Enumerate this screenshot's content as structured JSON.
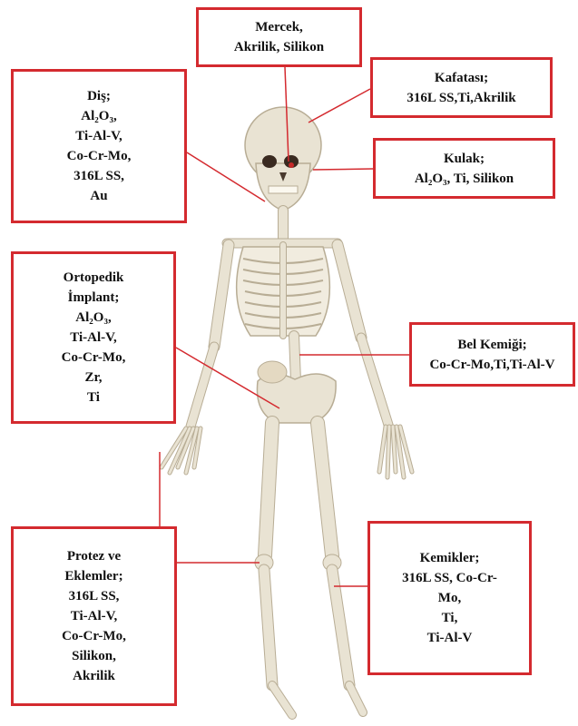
{
  "figure": {
    "colors": {
      "box_border": "#d42a2f",
      "leader_line": "#d42a2f",
      "bone": "#e9e3d3",
      "bone_shadow": "#b8ad95"
    },
    "labels": {
      "mercek": {
        "lines": [
          "Mercek,",
          "Akrilik, Silikon"
        ]
      },
      "kafatasi": {
        "lines": [
          "Kafatası;",
          "316L SS,Ti,Akrilik"
        ]
      },
      "dis": {
        "lines": [
          "Diş;",
          "Al₂O₃,",
          "Ti-Al-V,",
          "Co-Cr-Mo,",
          "316L SS,",
          "Au"
        ]
      },
      "kulak": {
        "lines": [
          "Kulak;",
          "Al₂O₃, Ti, Silikon"
        ]
      },
      "ortopedik": {
        "lines": [
          "Ortopedik",
          "İmplant;",
          "Al₂O₃,",
          "Ti-Al-V,",
          "Co-Cr-Mo,",
          "Zr,",
          "Ti"
        ]
      },
      "bel": {
        "lines": [
          "Bel Kemiği;",
          "Co-Cr-Mo,Ti,Ti-Al-V"
        ]
      },
      "protez": {
        "lines": [
          "Protez ve",
          "Eklemler;",
          "316L SS,",
          "Ti-Al-V,",
          "Co-Cr-Mo,",
          "Silikon,",
          "Akrilik"
        ]
      },
      "kemikler": {
        "lines": [
          "Kemikler;",
          "316L SS, Co-Cr-",
          "Mo,",
          "Ti,",
          "Ti-Al-V"
        ]
      }
    },
    "image": {
      "subject": "human-skeleton"
    }
  }
}
